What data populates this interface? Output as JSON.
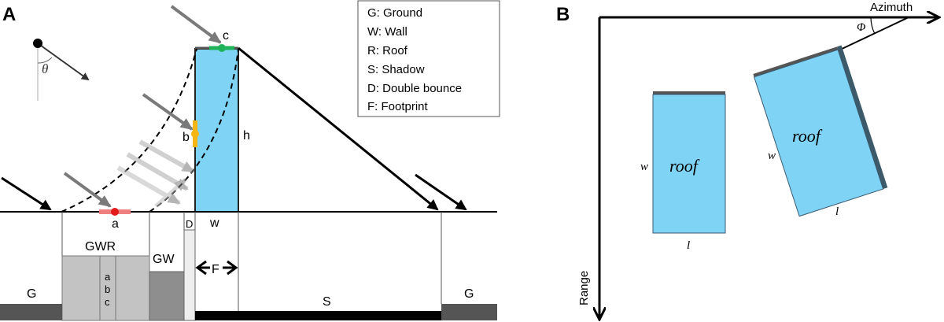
{
  "panel_a": {
    "label": "A",
    "legend": [
      "G: Ground",
      "W: Wall",
      "R: Roof",
      "S: Shadow",
      "D: Double bounce",
      "F: Footprint"
    ],
    "theta": "θ",
    "points": {
      "a": "a",
      "b": "b",
      "c": "c"
    },
    "h": "h",
    "w": "w",
    "regions": {
      "gwr": "GWR",
      "gw": "GW",
      "d": "D",
      "f": "F",
      "s": "S",
      "g_left": "G",
      "g_right": "G",
      "abc": [
        "a",
        "b",
        "c"
      ]
    },
    "colors": {
      "building": "#7fd3f5",
      "point_a": "#e21b1b",
      "point_b": "#f5b614",
      "point_c": "#1fb25a",
      "gwr": "#c3c3c3",
      "gw": "#8e8e8e",
      "ground": "#555555",
      "shadow": "#000000"
    }
  },
  "panel_b": {
    "label": "B",
    "azimuth": "Azimuth",
    "range": "Range",
    "phi": "Φ",
    "roof1": {
      "label": "roof",
      "w": "w",
      "l": "l"
    },
    "roof2": {
      "label": "roof",
      "w": "w",
      "l": "l"
    }
  }
}
